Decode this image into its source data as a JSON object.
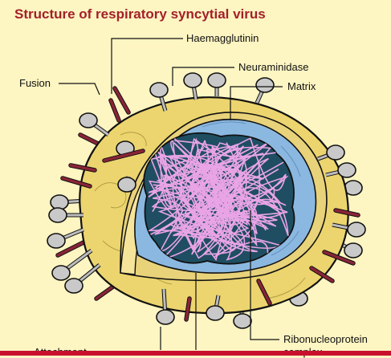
{
  "title": "Structure of respiratory syncytial virus",
  "labels": {
    "haemagglutinin": "Haemagglutinin",
    "neuraminidase": "Neuraminidase",
    "matrix": "Matrix",
    "fusion": "Fusion",
    "ribonucleoprotein": "Ribonucleoprotein",
    "complex": "complex",
    "attachment": "Attachment"
  },
  "colors": {
    "background": "#fdf5c2",
    "title": "#a3202a",
    "envelope": "#ecd56e",
    "matrix_layer": "#8bb8e0",
    "core": "#1f4e62",
    "rna": "#e9a4e6",
    "spike_knob": "#c9c9c9",
    "fusion_spike": "#8a2437",
    "accent_bar": "#c8102e"
  }
}
